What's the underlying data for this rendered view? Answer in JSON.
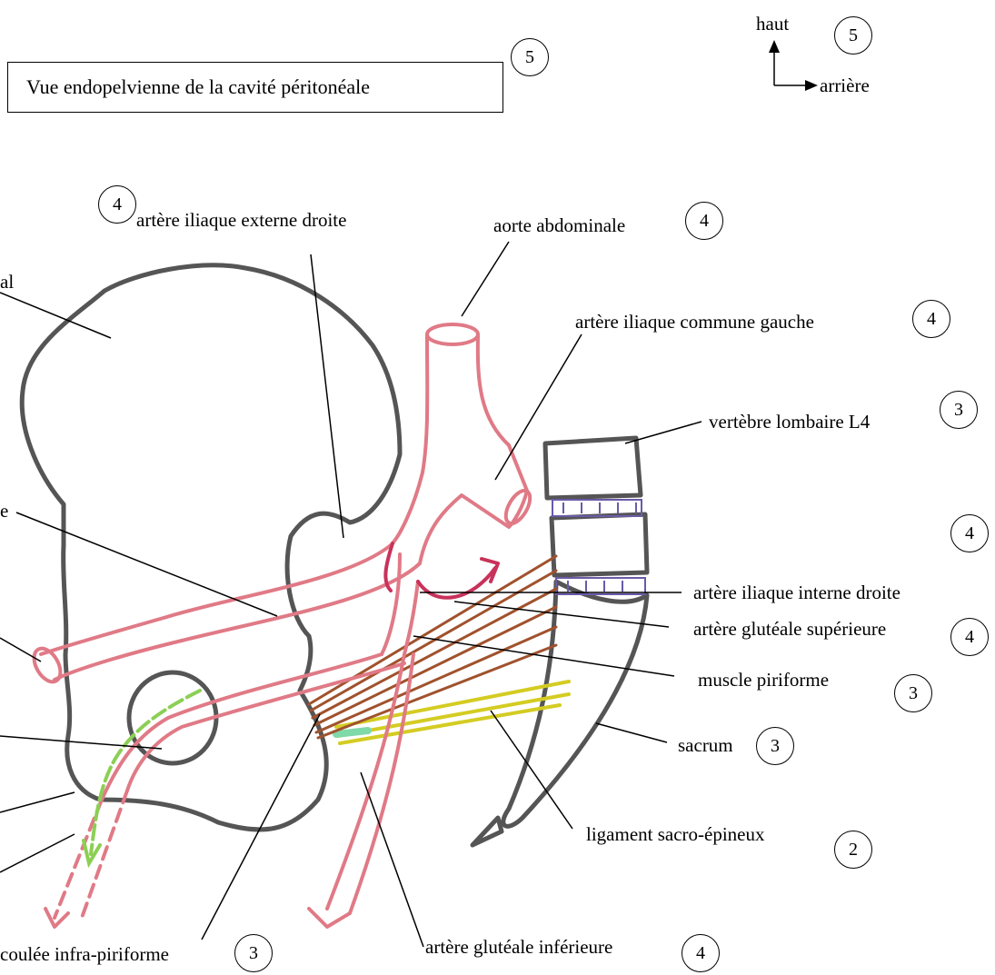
{
  "title": "Vue endopelvienne de la cavité péritonéale",
  "orientation": {
    "up": "haut",
    "back": "arrière"
  },
  "scores": {
    "title": "5",
    "orientation": "5",
    "external_iliac": "4",
    "aorta": "4",
    "common_iliac_left": "4",
    "l4": "3",
    "internal_iliac": "4",
    "superior_gluteal": "4",
    "piriformis": "3",
    "sacrum": "3",
    "sacrospinous": "2",
    "infrapiriform": "3",
    "inferior_gluteal": "4"
  },
  "labels": {
    "external_iliac": "artère iliaque externe droite",
    "aorta": "aorte abdominale",
    "common_iliac_left": "artère iliaque commune gauche",
    "l4": "vertèbre lombaire L4",
    "internal_iliac": "artère iliaque interne droite",
    "superior_gluteal": "artère glutéale supérieure",
    "piriformis": "muscle piriforme",
    "sacrum": "sacrum",
    "sacrospinous": "ligament sacro-épineux",
    "infrapiriform": "coulée infra-piriforme",
    "inferior_gluteal": "artère glutéale inférieure",
    "cut_left_1": "al",
    "cut_left_2": "e"
  },
  "colors": {
    "artery": "#e07a86",
    "artery_dark": "#c8325a",
    "bone": "#555555",
    "muscle": "#a0522d",
    "ligament": "#d4cc22",
    "nerve": "#8ccf55",
    "disc": "#6a5aa8"
  }
}
